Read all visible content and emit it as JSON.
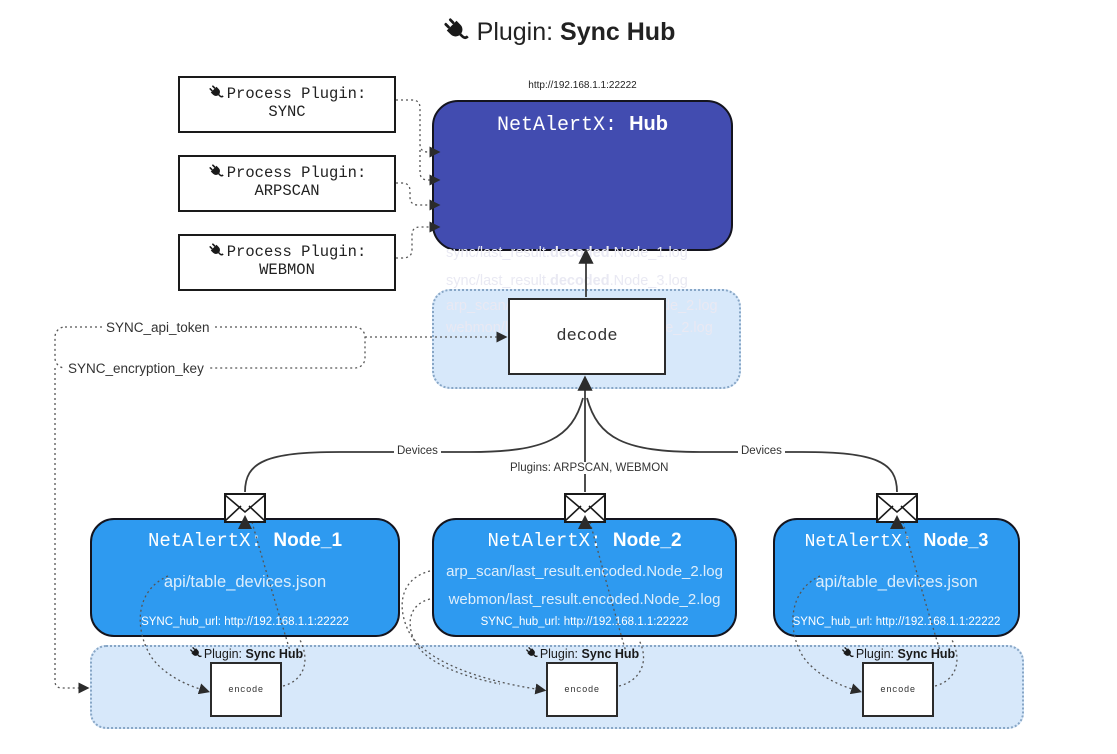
{
  "title": {
    "prefix": "Plugin:",
    "name": "Sync Hub"
  },
  "hub": {
    "url_label": "http://192.168.1.1:22222",
    "name_prefix": "NetAlertX:",
    "name": "Hub",
    "lines": [
      {
        "pre": "sync/last_result.",
        "bold": "decoded",
        "post": ".Node_1.log"
      },
      {
        "pre": "sync/last_result.",
        "bold": "decoded",
        "post": ".Node_3.log"
      },
      {
        "pre": "arp_scan/last_result.",
        "bold": "decoded",
        "post": ".Node_2.log"
      },
      {
        "pre": "webmon/last_result.",
        "bold": "decoded",
        "post": ".Node_2.log"
      }
    ]
  },
  "process_plugins": [
    {
      "label": "Process Plugin:",
      "name": "SYNC"
    },
    {
      "label": "Process Plugin:",
      "name": "ARPSCAN"
    },
    {
      "label": "Process Plugin:",
      "name": "WEBMON"
    }
  ],
  "decode": {
    "label": "decode"
  },
  "secrets": {
    "api_token": "SYNC_api_token",
    "encryption_key": "SYNC_encryption_key"
  },
  "edge_labels": {
    "devices_left": "Devices",
    "plugins_mid": "Plugins: ARPSCAN, WEBMON",
    "devices_right": "Devices"
  },
  "nodes": [
    {
      "name_prefix": "NetAlertX:",
      "name": "Node_1",
      "lines": [
        "api/table_devices.json"
      ],
      "hub_url": "SYNC_hub_url: http://192.168.1.1:22222"
    },
    {
      "name_prefix": "NetAlertX:",
      "name": "Node_2",
      "lines": [
        "arp_scan/last_result.encoded.Node_2.log",
        "webmon/last_result.encoded.Node_2.log"
      ],
      "hub_url": "SYNC_hub_url: http://192.168.1.1:22222"
    },
    {
      "name_prefix": "NetAlertX:",
      "name": "Node_3",
      "lines": [
        "api/table_devices.json"
      ],
      "hub_url": "SYNC_hub_url: http://192.168.1.1:22222"
    }
  ],
  "encode": {
    "plugin_prefix": "Plugin:",
    "plugin_name": "Sync Hub",
    "label": "encode"
  },
  "colors": {
    "hub_fill": "#424cb0",
    "node_fill": "#2e9af0",
    "panel_fill": "#d7e8fa",
    "panel_border": "#87a6c6",
    "line": "#3a3a3a",
    "dotted": "#555555"
  }
}
